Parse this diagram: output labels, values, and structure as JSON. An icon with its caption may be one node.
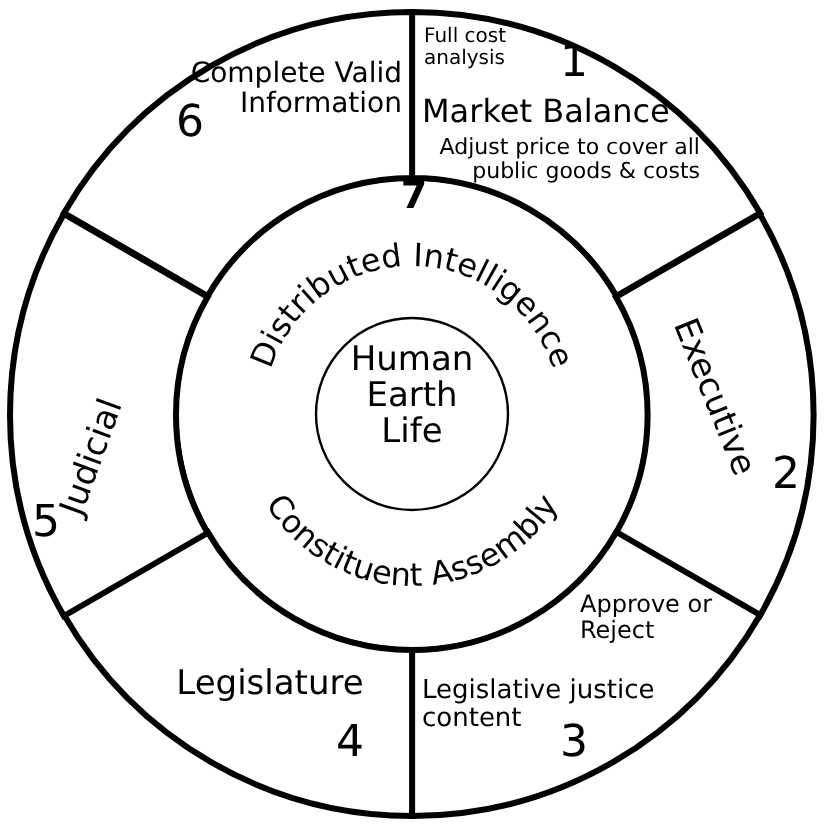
{
  "diagram": {
    "nodes": [
      {
        "text": [
          "7",
          "Distributed Intelligence",
          "Constituent Assembly"
        ]
      },
      {
        "text": [
          "Human Earth Life"
        ],
        "in": 0
      },
      {
        "text": [
          "Full cost analysis",
          "1",
          "Market Balance",
          "Adjust price to cover all public goods & costs"
        ]
      },
      {
        "text": [
          "Executive",
          "2"
        ]
      },
      {
        "text": [
          "Approve or Reject",
          "Legislative justice content",
          "3"
        ]
      },
      {
        "text": [
          "Legislature",
          "4"
        ]
      },
      {
        "text": [
          "5",
          "Judicial"
        ]
      },
      {
        "text": [
          "6",
          "Complete Valid Information"
        ]
      }
    ]
  }
}
